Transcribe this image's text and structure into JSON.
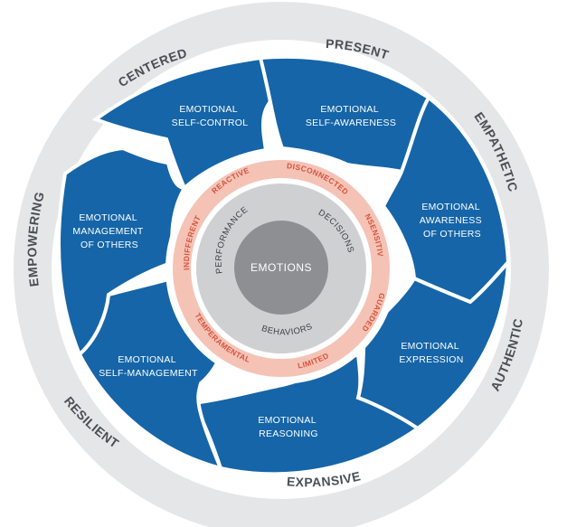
{
  "outer_ring": {
    "present": "PRESENT",
    "empathetic": "EMPATHETIC",
    "authentic": "AUTHENTIC",
    "expansive": "EXPANSIVE",
    "resilient": "RESILIENT",
    "empowering": "EMPOWERING",
    "centered": "CENTERED"
  },
  "segments": {
    "self_awareness": [
      "EMOTIONAL",
      "SELF-AWARENESS"
    ],
    "awareness_of_others": [
      "EMOTIONAL",
      "AWARENESS",
      "OF OTHERS"
    ],
    "expression": [
      "EMOTIONAL",
      "EXPRESSION"
    ],
    "reasoning": [
      "EMOTIONAL",
      "REASONING"
    ],
    "self_management": [
      "EMOTIONAL",
      "SELF-MANAGEMENT"
    ],
    "management_of_others": [
      "EMOTIONAL",
      "MANAGEMENT",
      "OF OTHERS"
    ],
    "self_control": [
      "EMOTIONAL",
      "SELF-CONTROL"
    ]
  },
  "salmon_ring": {
    "disconnected": "DISCONNECTED",
    "insensitive": "INSENSITIVE",
    "guarded": "GUARDED",
    "limited": "LIMITED",
    "temperamental": "TEMPERAMENTAL",
    "indifferent": "INDIFFERENT",
    "reactive": "REACTIVE"
  },
  "core_ring": {
    "decisions": "DECISIONS",
    "behaviors": "BEHAVIORS",
    "performance": "PERFORMANCE"
  },
  "center": {
    "label": "EMOTIONS"
  },
  "colors": {
    "segment_blue": "#1565a8",
    "outer_ring_gray": "#e5e6e8",
    "salmon_ring": "#f4c3b6",
    "salmon_text": "#d9533b",
    "core_ring_gray": "#cfd0d2",
    "center_gray": "#8d8f92"
  }
}
